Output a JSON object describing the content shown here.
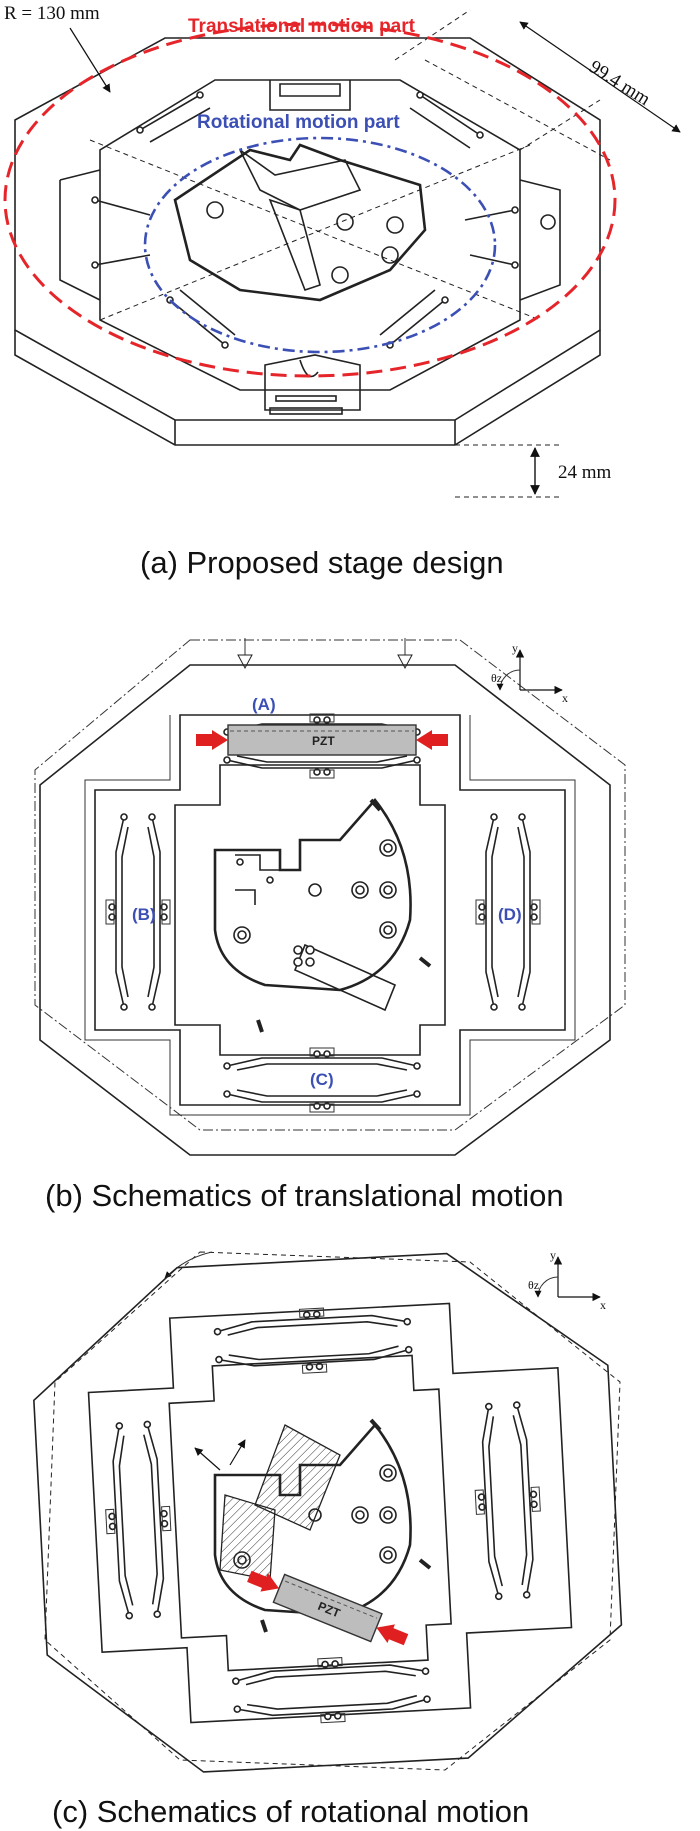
{
  "panel_a": {
    "radius_label": "R = 130 mm",
    "translational_label": "Translational motion part",
    "rotational_label": "Rotational motion part",
    "width_label": "99.4 mm",
    "height_label": "24 mm",
    "caption": "(a) Proposed stage design"
  },
  "panel_b": {
    "label_a": "(A)",
    "label_b": "(B)",
    "label_c": "(C)",
    "label_d": "(D)",
    "pzt": "PZT",
    "axis_x": "x",
    "axis_y": "y",
    "axis_theta": "θz",
    "caption": "(b) Schematics of translational motion"
  },
  "panel_c": {
    "pzt": "PZT",
    "axis_x": "x",
    "axis_y": "y",
    "axis_theta": "θz",
    "caption": "(c) Schematics of rotational motion"
  },
  "colors": {
    "translational": "#e5252a",
    "rotational": "#3b4fb5",
    "actuator_arrow": "#e02020",
    "pzt_fill": "#bdbdbd"
  }
}
